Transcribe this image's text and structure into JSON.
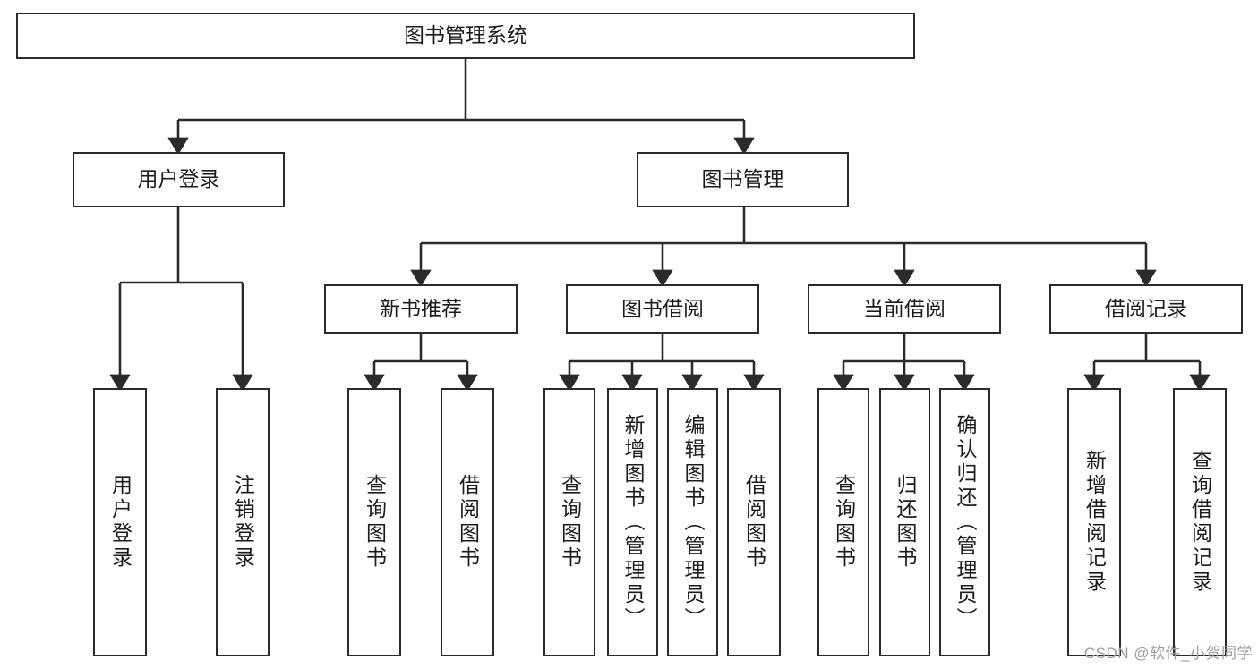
{
  "diagram": {
    "title": "图书管理系统",
    "type": "tree-hierarchy-diagram",
    "colors": {
      "box_border": "#2b2b2b",
      "box_fill": "#ffffff",
      "edge": "#2b2b2b",
      "text": "#1c1c1c",
      "watermark": "#9d9d9d"
    },
    "root": {
      "label": "图书管理系统"
    },
    "level2": [
      {
        "label": "用户登录"
      },
      {
        "label": "图书管理"
      }
    ],
    "level3": [
      {
        "label": "新书推荐"
      },
      {
        "label": "图书借阅"
      },
      {
        "label": "当前借阅"
      },
      {
        "label": "借阅记录"
      }
    ],
    "leaves": {
      "user_login": [
        {
          "label": "用户登录"
        },
        {
          "label": "注销登录"
        }
      ],
      "new_book_recommend": [
        {
          "label": "查询图书"
        },
        {
          "label": "借阅图书"
        }
      ],
      "book_borrow": [
        {
          "label": "查询图书"
        },
        {
          "label": "新增图书（管理员）"
        },
        {
          "label": "编辑图书（管理员）"
        },
        {
          "label": "借阅图书"
        }
      ],
      "current_borrow": [
        {
          "label": "查询图书"
        },
        {
          "label": "归还图书"
        },
        {
          "label": "确认归还（管理员）"
        }
      ],
      "borrow_record": [
        {
          "label": "新增借阅记录"
        },
        {
          "label": "查询借阅记录"
        }
      ]
    }
  },
  "watermark": {
    "text": "CSDN @软件_小贺同学"
  }
}
